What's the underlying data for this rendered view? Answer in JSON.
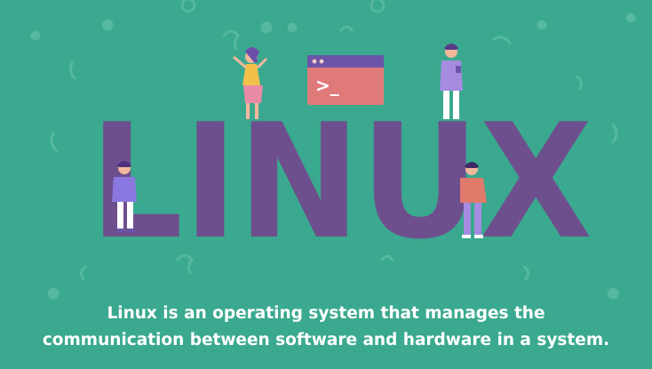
{
  "scene": {
    "headline": "LINUX",
    "terminal_prompt": ">_",
    "caption_line_1": "Linux is an operating system that manages the",
    "caption_line_2": "communication between software and hardware in a system."
  },
  "colors": {
    "background": "#3aa98f",
    "headline_purple": "#6e4f8e",
    "terminal_body": "#e07a7a",
    "terminal_bar": "#6b55a8",
    "caption_text": "#ffffff",
    "doodle": "#5cbba4"
  },
  "icons": [
    "terminal-window-icon",
    "person-illustration"
  ]
}
